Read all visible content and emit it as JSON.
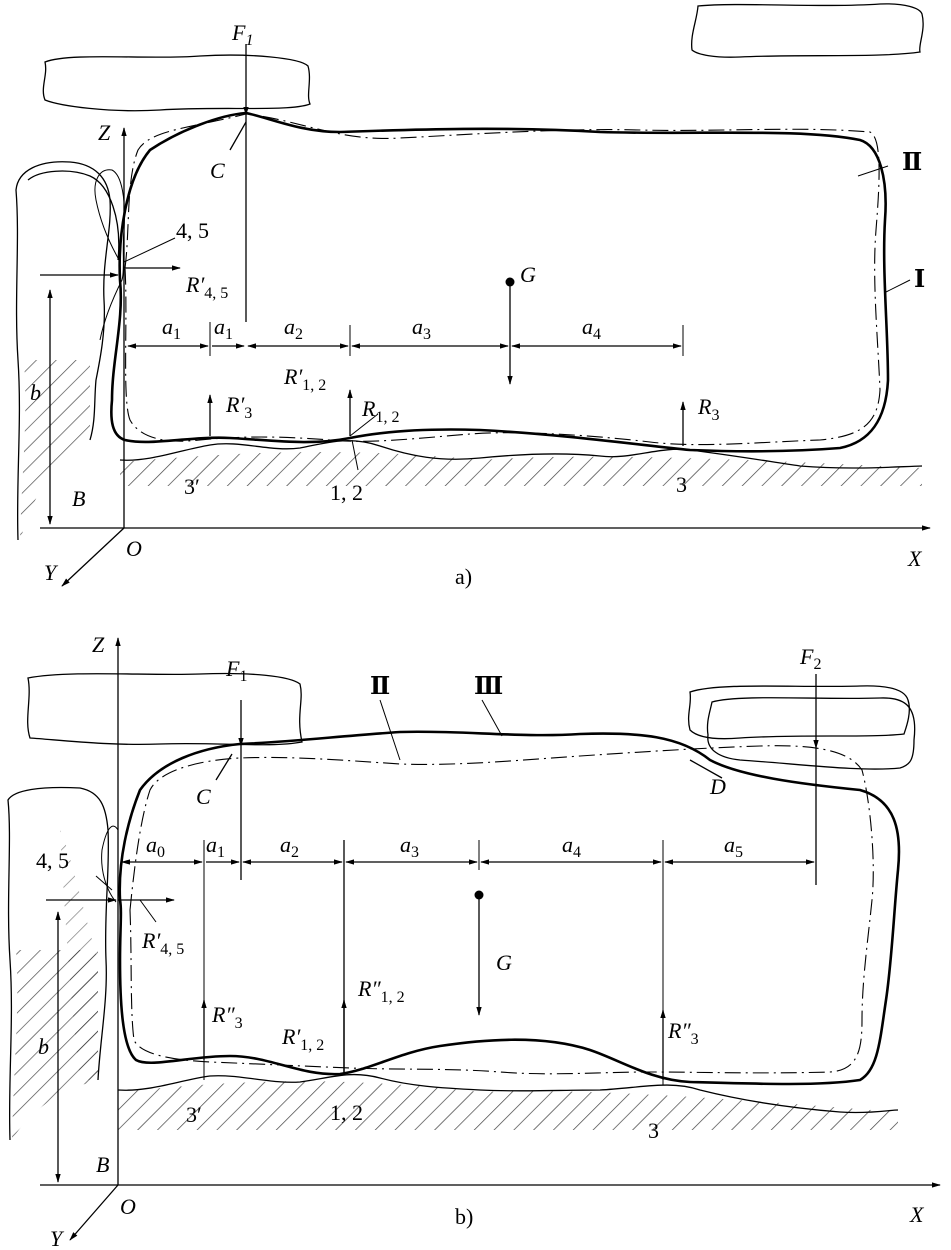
{
  "diagrams": [
    {
      "id": "a",
      "caption": "a)",
      "curve_labels": [
        "Ⅱ",
        "Ⅰ"
      ],
      "points": {
        "contact_top": "C",
        "gravity": "G",
        "origin": "O",
        "corner": "B",
        "dim_vertical": "b"
      },
      "axes": {
        "x": "X",
        "y": "Y",
        "z": "Z"
      },
      "forces": {
        "clamp": "F",
        "clamp_sub": "1"
      },
      "contacts": [
        "4, 5",
        "3′",
        "1, 2",
        "3"
      ],
      "dims": [
        {
          "v": "a",
          "s": "1"
        },
        {
          "v": "a",
          "s": "1"
        },
        {
          "v": "a",
          "s": "2"
        },
        {
          "v": "a",
          "s": "3"
        },
        {
          "v": "a",
          "s": "4"
        }
      ],
      "reactions": [
        {
          "v": "R′",
          "s": "4, 5"
        },
        {
          "v": "R′",
          "s": "3"
        },
        {
          "v": "R′",
          "s": "1, 2"
        },
        {
          "v": "R",
          "s": "1, 2"
        },
        {
          "v": "R",
          "s": "3"
        }
      ]
    },
    {
      "id": "b",
      "caption": "b)",
      "curve_labels": [
        "Ⅱ",
        "Ⅲ"
      ],
      "points": {
        "contact_top": "C",
        "contact_right": "D",
        "gravity": "G",
        "origin": "O",
        "corner": "B",
        "dim_vertical": "b"
      },
      "axes": {
        "x": "X",
        "y": "Y",
        "z": "Z"
      },
      "forces": [
        {
          "v": "F",
          "s": "1"
        },
        {
          "v": "F",
          "s": "2"
        }
      ],
      "contacts": [
        "4, 5",
        "3′",
        "1, 2",
        "3"
      ],
      "dims": [
        {
          "v": "a",
          "s": "0"
        },
        {
          "v": "a",
          "s": "1"
        },
        {
          "v": "a",
          "s": "2"
        },
        {
          "v": "a",
          "s": "3"
        },
        {
          "v": "a",
          "s": "4"
        },
        {
          "v": "a",
          "s": "5"
        }
      ],
      "reactions": [
        {
          "v": "R′",
          "s": "4, 5"
        },
        {
          "v": "R″",
          "s": "3"
        },
        {
          "v": "R″",
          "s": "1, 2"
        },
        {
          "v": "R′",
          "s": "1, 2"
        },
        {
          "v": "R″",
          "s": "3"
        }
      ]
    }
  ]
}
